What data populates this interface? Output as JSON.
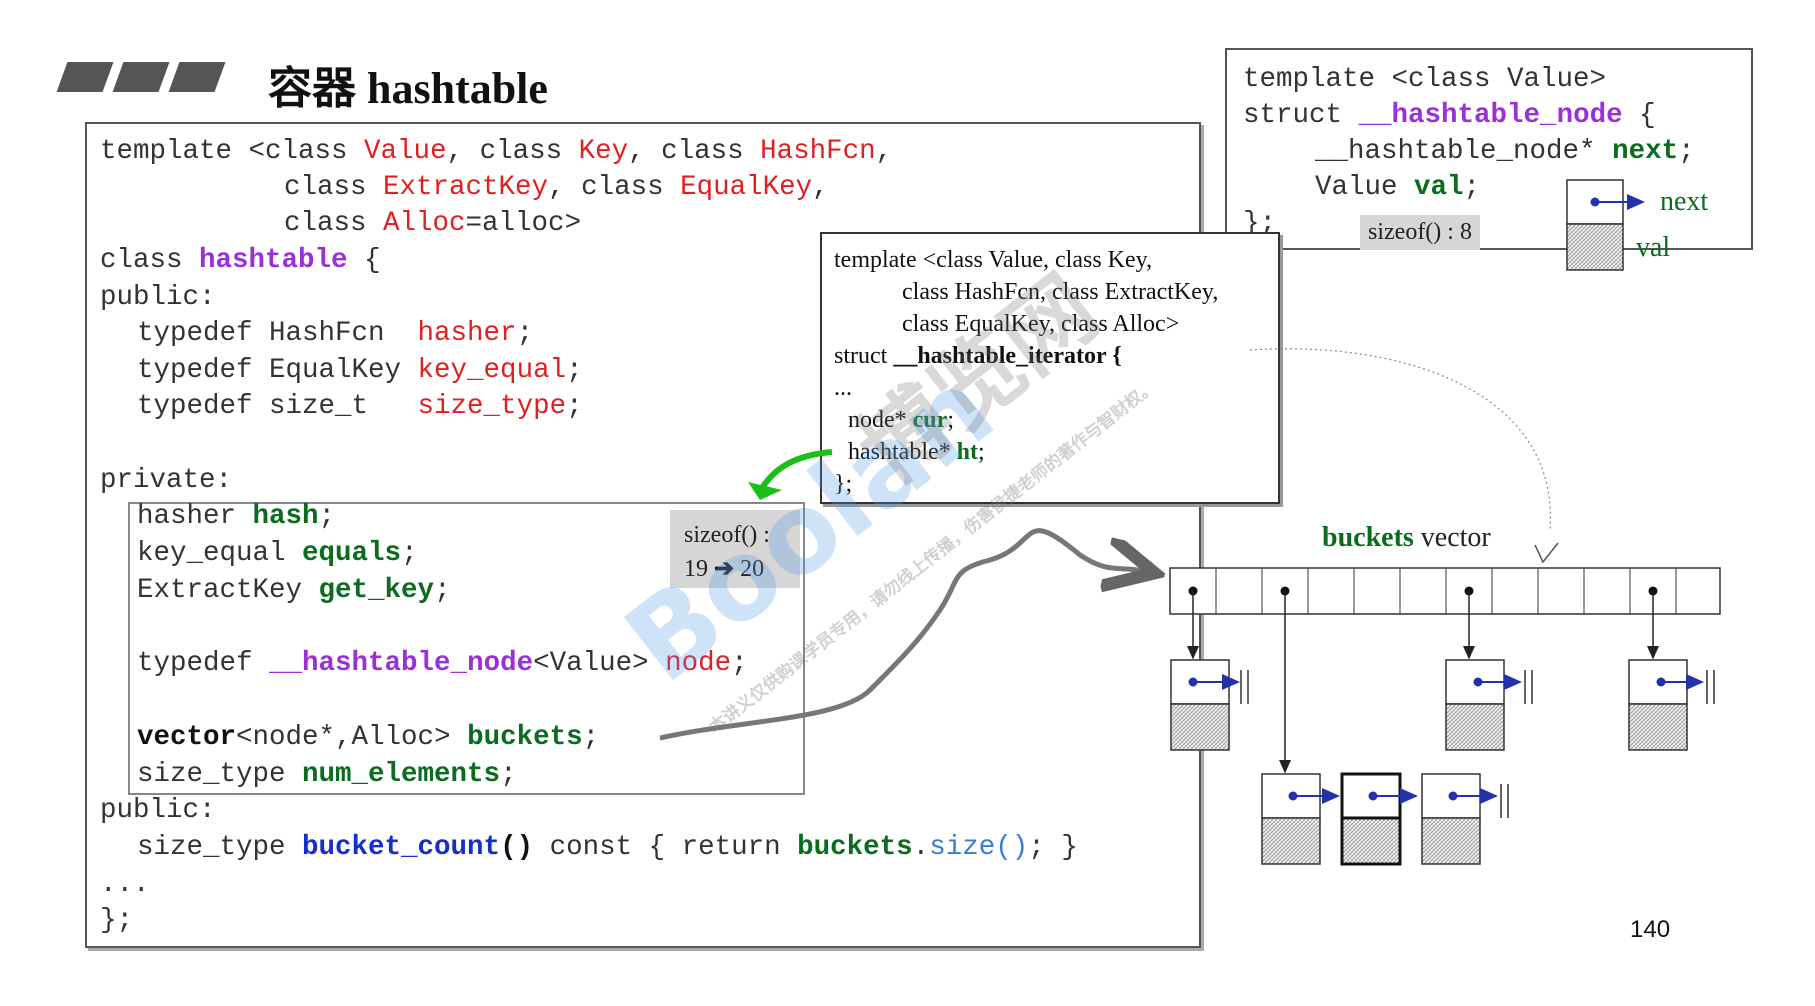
{
  "title": "容器 hashtable",
  "main_code": {
    "l1": [
      "template <class ",
      "Value",
      ", class ",
      "Key",
      ", class ",
      "HashFcn",
      ","
    ],
    "l2": [
      "class ",
      "ExtractKey",
      ", class ",
      "EqualKey",
      ","
    ],
    "l3": [
      "class ",
      "Alloc",
      "=alloc>"
    ],
    "l4": [
      "class ",
      "hashtable",
      " {"
    ],
    "l5": "public:",
    "l6": [
      "typedef HashFcn  ",
      "hasher",
      ";"
    ],
    "l7": [
      "typedef EqualKey ",
      "key_equal",
      ";"
    ],
    "l8": [
      "typedef size_t   ",
      "size_type",
      ";"
    ],
    "l9": "private:",
    "l10": [
      "hasher ",
      "hash",
      ";"
    ],
    "l11": [
      "key_equal ",
      "equals",
      ";"
    ],
    "l12": [
      "ExtractKey ",
      "get_key",
      ";"
    ],
    "l13": [
      "typedef ",
      "__hashtable_node",
      "<Value> ",
      "node",
      ";"
    ],
    "l14": [
      "vector",
      "<node*,Alloc> ",
      "buckets",
      ";"
    ],
    "l15": [
      "size_type ",
      "num_elements",
      ";"
    ],
    "l16": "public:",
    "l17": [
      "size_type ",
      "bucket_count",
      "()",
      " const { return ",
      "buckets",
      ".",
      "size()",
      "; }"
    ],
    "l18": "...",
    "l19": "};"
  },
  "sizeof_main": {
    "line1": "sizeof() :",
    "line2a": "19",
    "line2b": "20"
  },
  "node_code": {
    "l1": "template <class Value>",
    "l2": [
      "struct ",
      "__hashtable_node",
      " {"
    ],
    "l3": [
      "__hashtable_node* ",
      "next",
      ";"
    ],
    "l4": [
      "Value ",
      "val",
      ";"
    ],
    "l5": "};"
  },
  "sizeof_node": "sizeof() : 8",
  "node_labels": {
    "next": "next",
    "val": "val"
  },
  "iter_code": {
    "l1": "template <class Value, class Key,",
    "l2": "class HashFcn, class ExtractKey,",
    "l3": "class EqualKey, class Alloc>",
    "l4": [
      "struct ",
      "__hashtable_iterator {"
    ],
    "l5": "...",
    "l6": [
      "node* ",
      "cur",
      ";"
    ],
    "l7": [
      "hashtable* ",
      "ht",
      ";"
    ],
    "l8": "};"
  },
  "buckets_label": {
    "name": "buckets",
    "type": "vector"
  },
  "page_number": "140",
  "watermark": {
    "brand": "Boolan",
    "cn": "博览网",
    "notice": "本讲义仅供购课学员专用，请勿线上传播，伤害侯捷老师的著作与智财权。"
  }
}
